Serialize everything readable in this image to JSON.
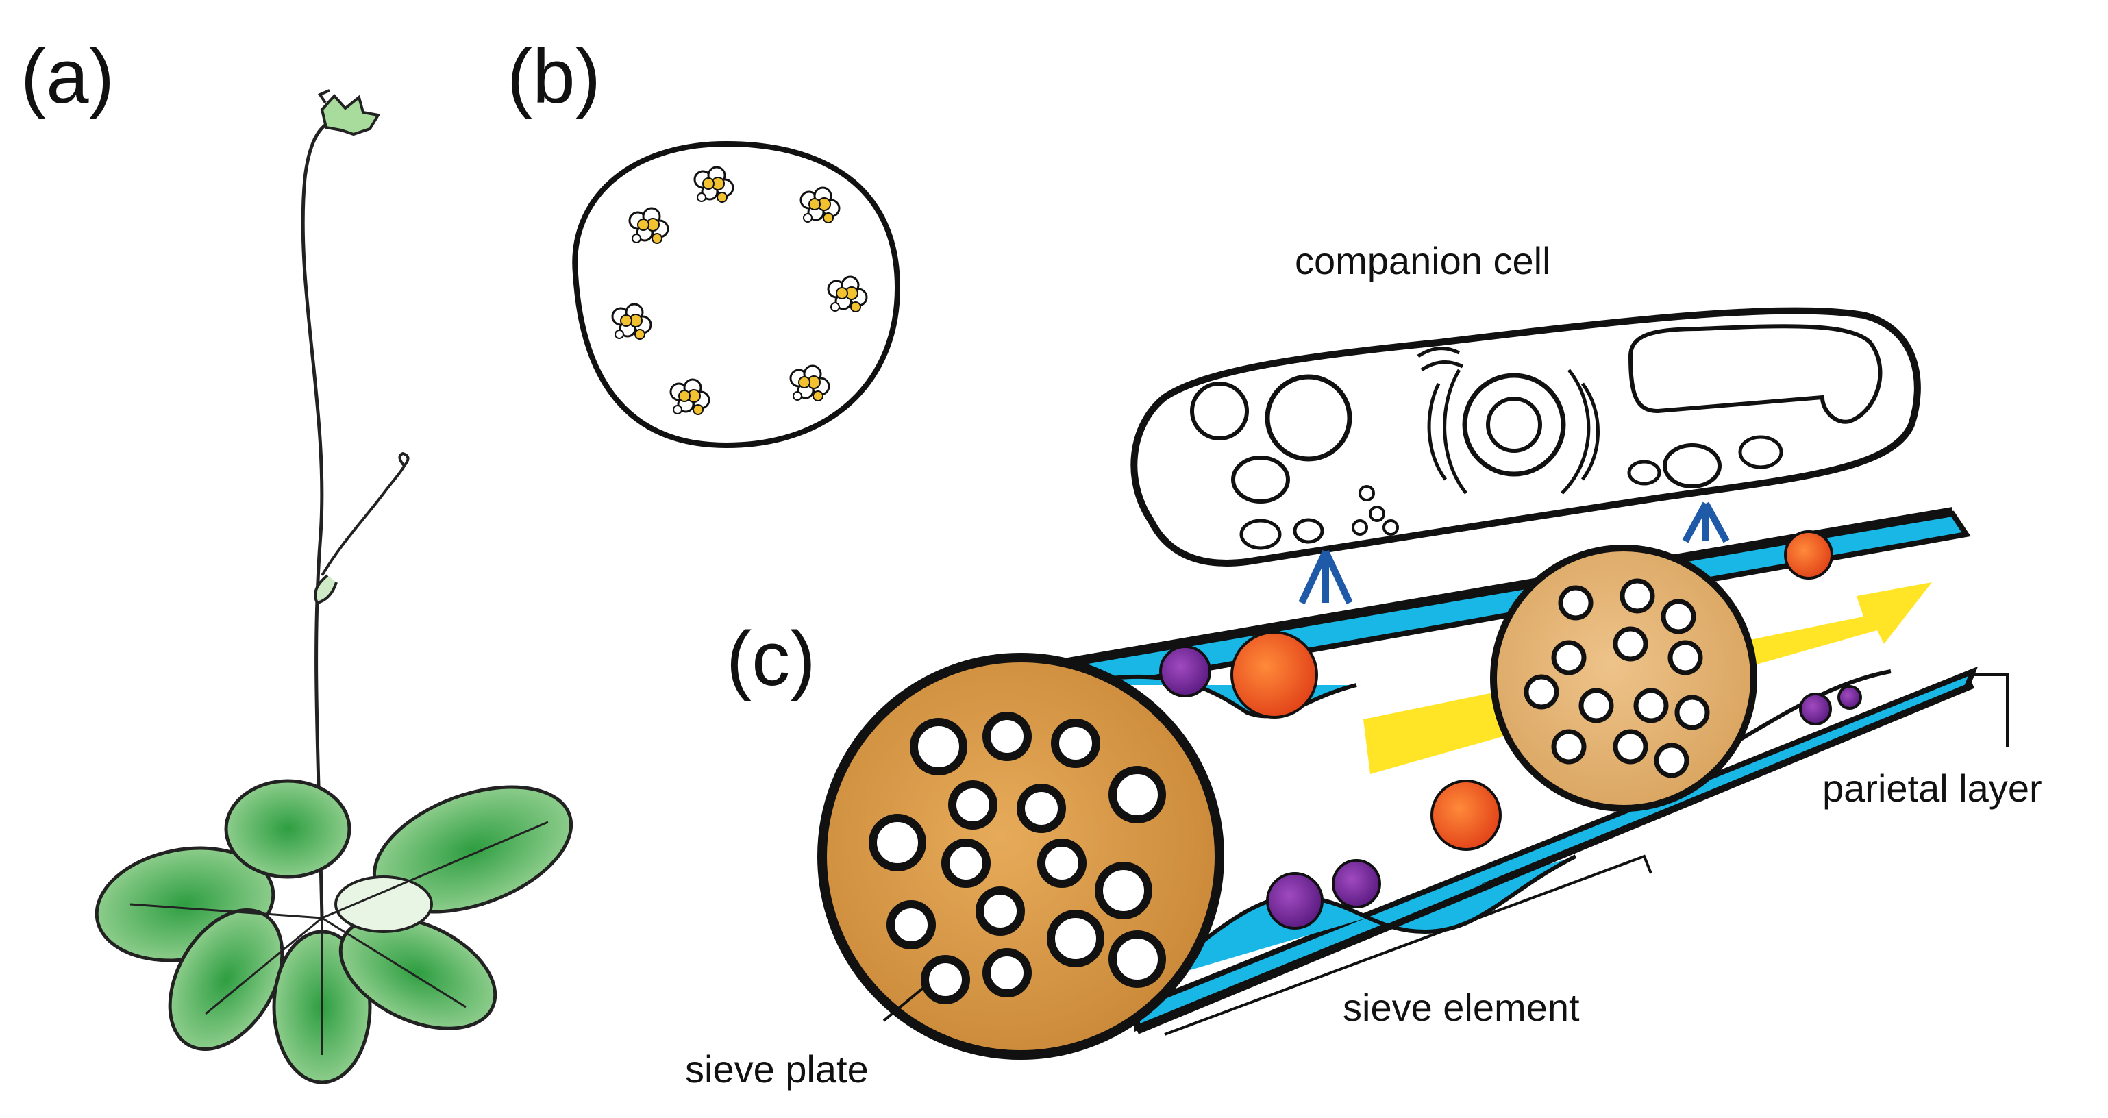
{
  "panels": {
    "a": "(a)",
    "b": "(b)",
    "c": "(c)"
  },
  "annotations": {
    "companion_cell": "companion cell",
    "parietal_layer": "parietal layer",
    "sieve_element": "sieve element",
    "sieve_plate": "sieve plate"
  },
  "colors": {
    "leaf_green": "#3aa84a",
    "leaf_green_light": "#bfe5b8",
    "sieve_plate": "#d89a4a",
    "sieve_plate_small": "#e3b070",
    "parietal_cyan": "#19b7e6",
    "arrow_yellow": "#ffe100",
    "organelle_orange": "#ec5a1c",
    "organelle_purple": "#7a2a9e",
    "plasmodesmata_blue": "#1f5aa8",
    "outline": "#111111"
  }
}
